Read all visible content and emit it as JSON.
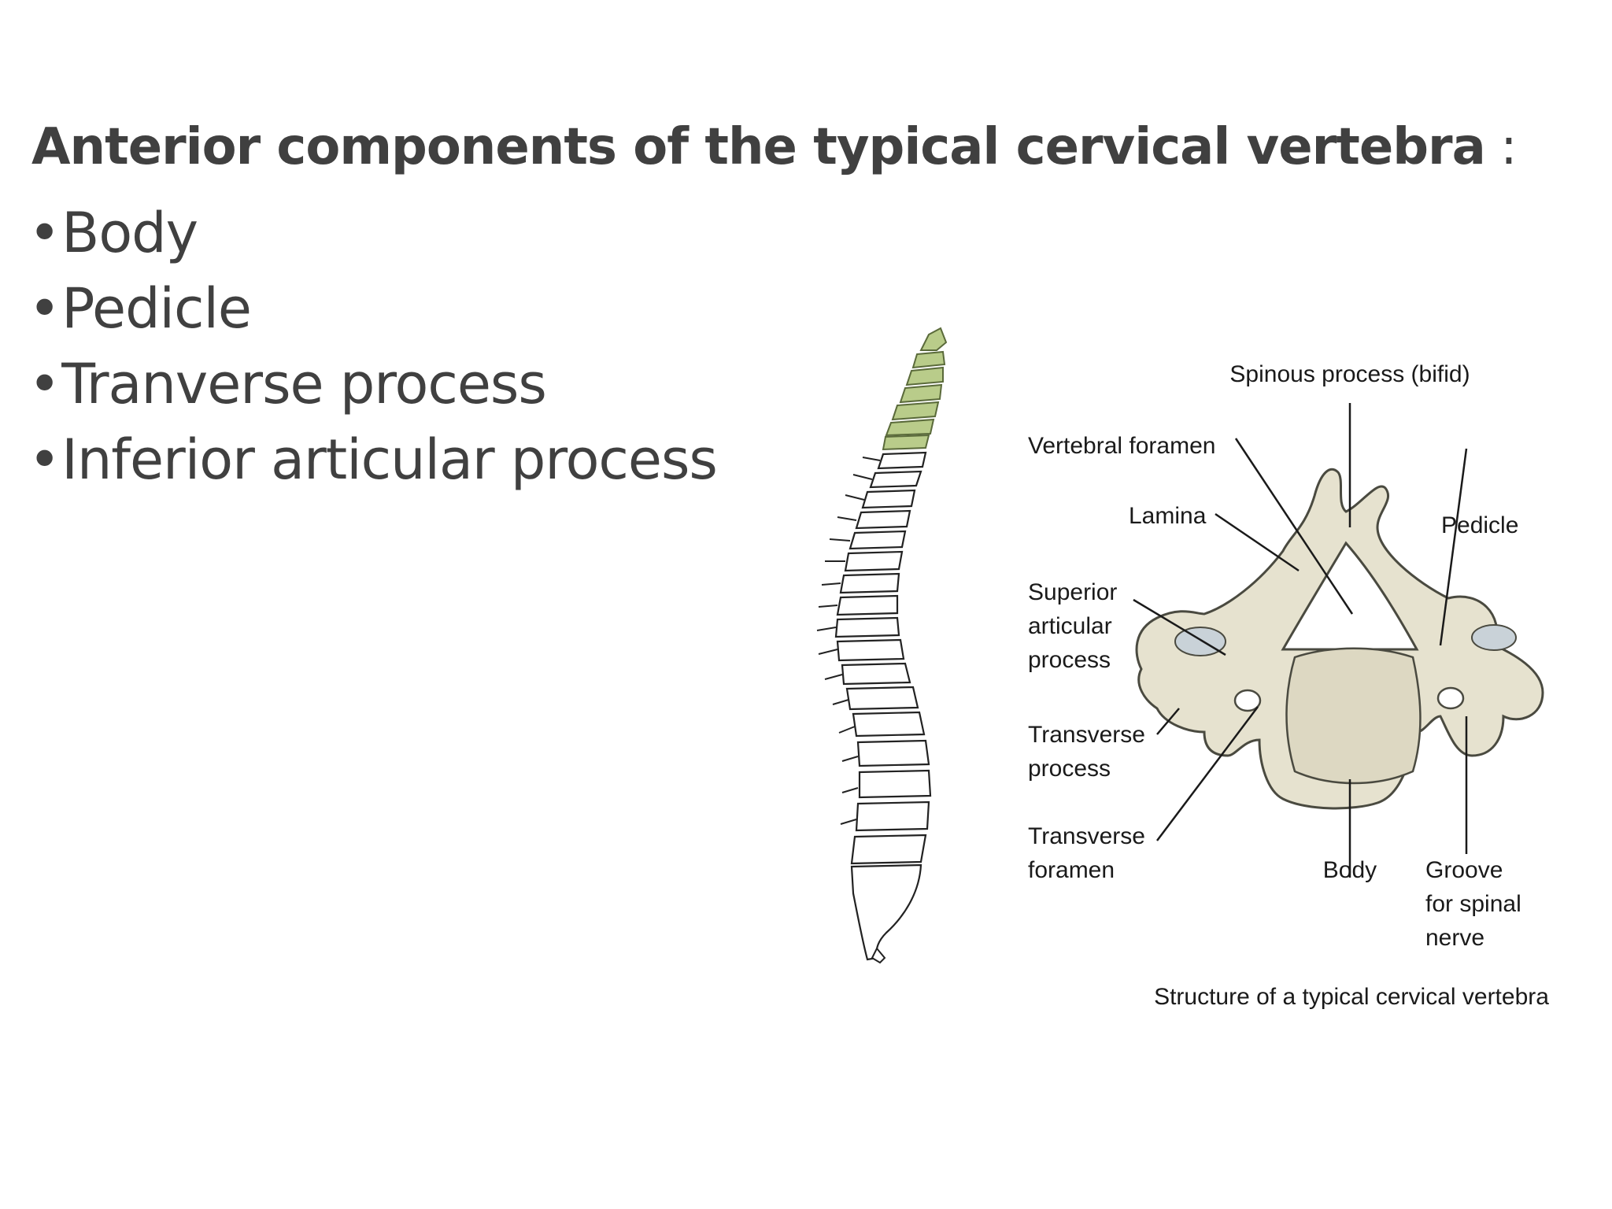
{
  "slide": {
    "heading_bold": "Anterior components of the typical cervical vertebra",
    "heading_suffix": " :",
    "bullet_glyph": "•",
    "bullets": [
      "Body",
      "Pedicle",
      "Tranverse process",
      "Inferior articular process"
    ]
  },
  "figure": {
    "caption": "Structure of a typical cervical vertebra",
    "labels": {
      "spinous": "Spinous process (bifid)",
      "vertebral_foramen": "Vertebral foramen",
      "lamina": "Lamina",
      "pedicle": "Pedicle",
      "superior_1": "Superior",
      "superior_2": "articular",
      "superior_3": "process",
      "transverse_process_1": "Transverse",
      "transverse_process_2": "process",
      "transverse_foramen_1": "Transverse",
      "transverse_foramen_2": "foramen",
      "body": "Body",
      "groove_1": "Groove",
      "groove_2": "for spinal",
      "groove_3": "nerve"
    }
  },
  "colors": {
    "text": "#404040",
    "bone_fill": "#e6e2cf",
    "bone_stroke": "#4a4a40",
    "cervical_highlight": "#b9cc8a",
    "articular_facet": "#c9d2d8"
  }
}
